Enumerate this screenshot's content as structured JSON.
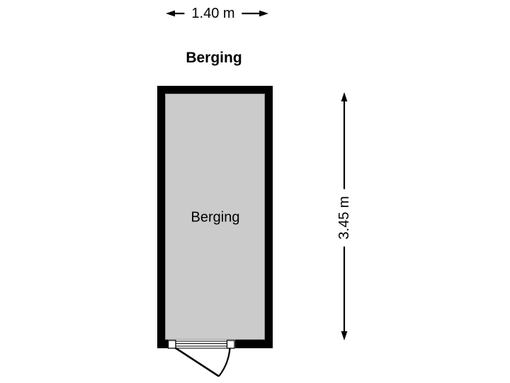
{
  "floorplan": {
    "title": "Berging",
    "room": {
      "label": "Berging",
      "width_m": 1.4,
      "height_m": 3.45,
      "features": [
        "door-bottom-center-outward-swing"
      ]
    },
    "dimensions": {
      "width_label": "1.40 m",
      "height_label": "3.45 m"
    },
    "colors": {
      "wall": "#000000",
      "floor": "#cbcbcb",
      "floor_border": "#969696",
      "background": "#ffffff",
      "linework": "#000000"
    }
  }
}
